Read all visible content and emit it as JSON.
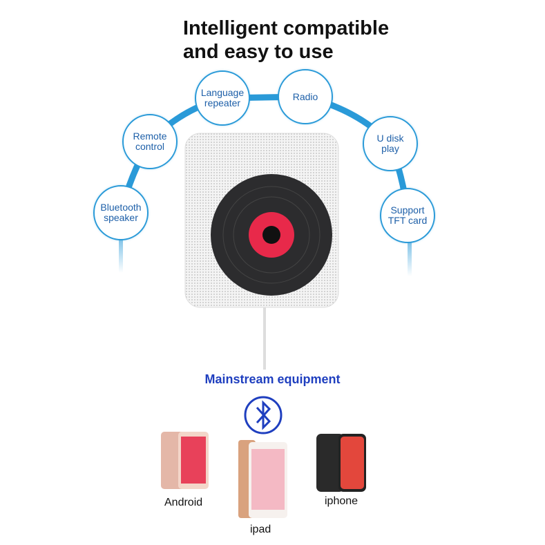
{
  "headline": {
    "line1": "Intelligent compatible",
    "line2": "and easy to use"
  },
  "features": [
    {
      "line1": "Bluetooth",
      "line2": "speaker"
    },
    {
      "line1": "Remote",
      "line2": "control"
    },
    {
      "line1": "Language",
      "line2": "repeater"
    },
    {
      "line1": "Radio",
      "line2": ""
    },
    {
      "line1": "U disk",
      "line2": "play"
    },
    {
      "line1": "Support",
      "line2": "TFT card"
    }
  ],
  "subheading": "Mainstream equipment",
  "devices": [
    {
      "label": "Android"
    },
    {
      "label": "ipad"
    },
    {
      "label": "iphone"
    }
  ],
  "colors": {
    "accent": "#2a9ad8",
    "feature_text": "#1d5fa8",
    "subheading": "#1f3fbf",
    "record_label": "#e8294a"
  }
}
